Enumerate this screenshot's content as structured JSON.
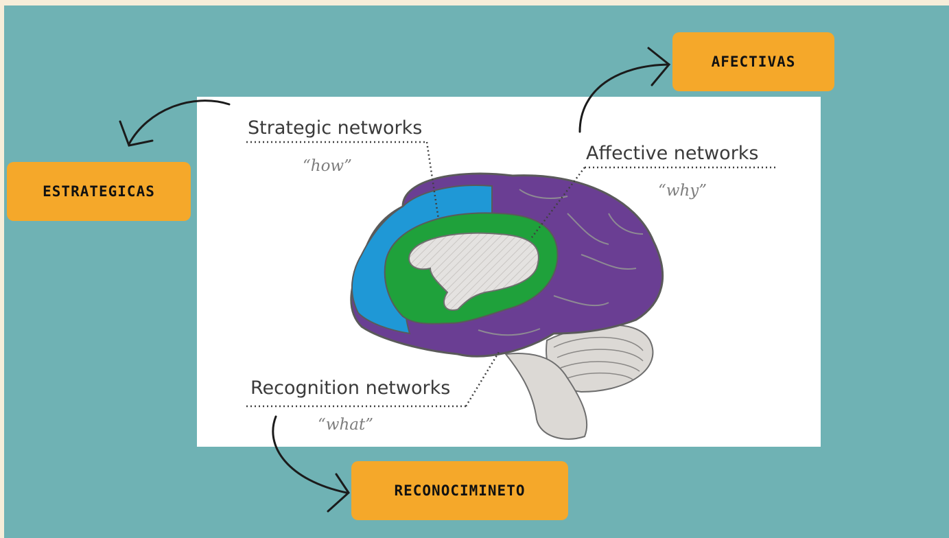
{
  "tags": {
    "afectivas": "AFECTIVAS",
    "estrategicas": "ESTRATEGICAS",
    "reconocimiento": "RECONOCIMINETO"
  },
  "diagram": {
    "strategic": {
      "title": "Strategic networks",
      "quote": "“how”"
    },
    "affective": {
      "title": "Affective networks",
      "quote": "“why”"
    },
    "recognition": {
      "title": "Recognition networks",
      "quote": "“what”"
    }
  },
  "colors": {
    "background": "#6fb2b4",
    "tag": "#f5a82a",
    "strategic_region": "#1f98d6",
    "affective_region": "#1fa13b",
    "recognition_region": "#6a3e93",
    "brainstem": "#d9d6d2"
  },
  "icons": [
    "curved-arrow-icon",
    "brain-illustration"
  ]
}
